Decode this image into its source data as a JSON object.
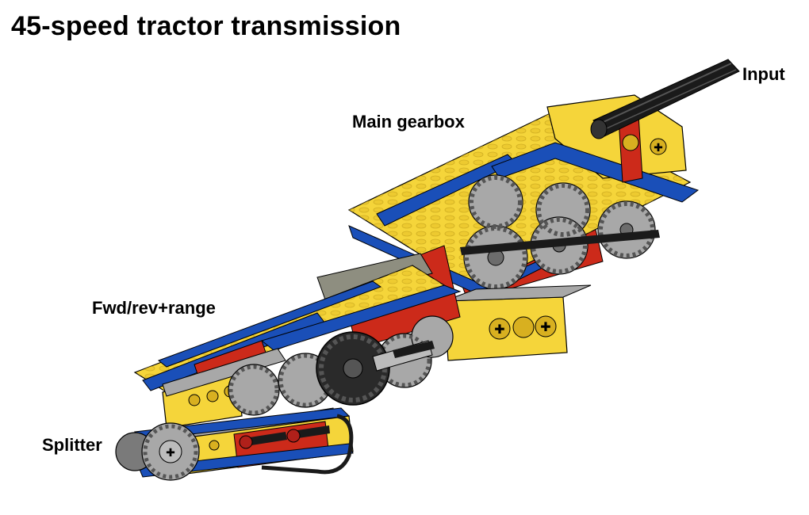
{
  "title": "45-speed tractor transmission",
  "labels": {
    "input": "Input",
    "main_gearbox": "Main gearbox",
    "fwd_rev_range": "Fwd/rev+range",
    "splitter": "Splitter"
  },
  "colors": {
    "yellow": "#f5d53a",
    "blue": "#1a4fb8",
    "gray": "#a8a8a8",
    "dark_gray": "#6c6c6c",
    "red": "#cc2a1a",
    "black": "#1a1a1a"
  }
}
